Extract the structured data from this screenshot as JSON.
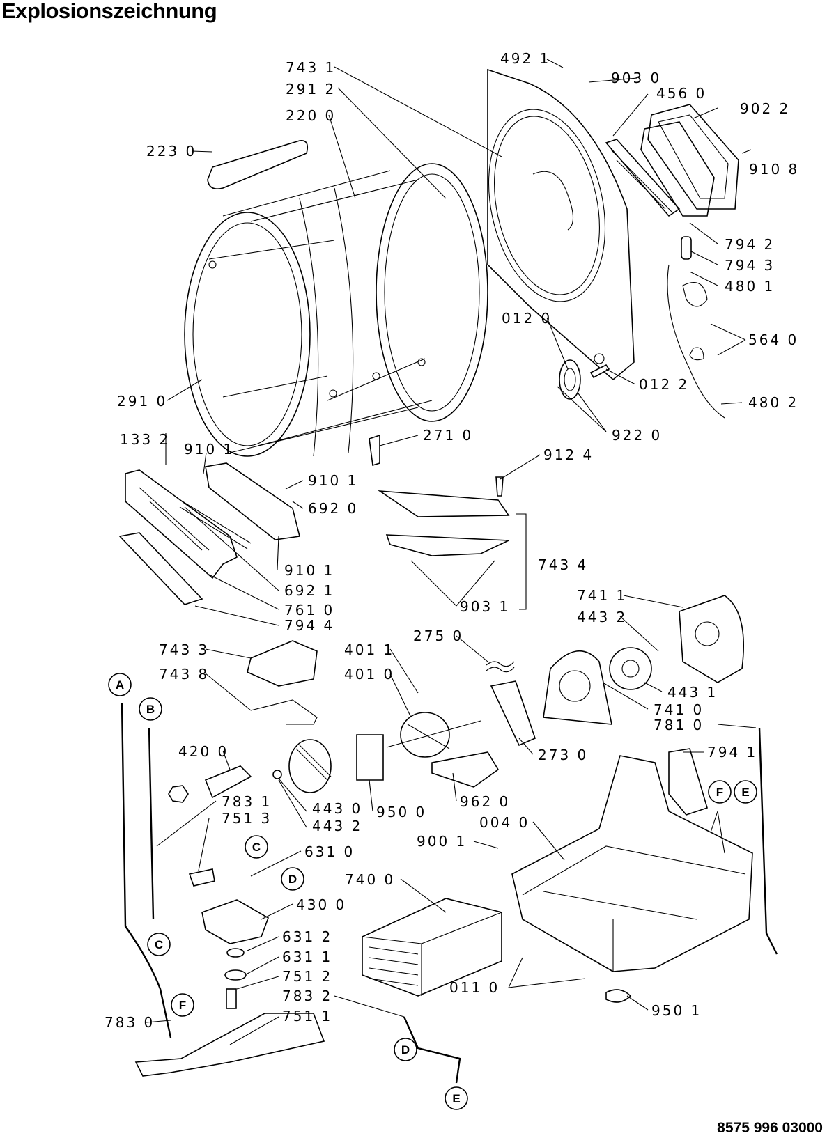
{
  "title": "Explosionszeichnung",
  "document_number": "8575 996 03000",
  "callouts": [
    {
      "id": "c-7431",
      "text": "743 1"
    },
    {
      "id": "c-4921",
      "text": "492 1"
    },
    {
      "id": "c-9030",
      "text": "903 0"
    },
    {
      "id": "c-2912",
      "text": "291 2"
    },
    {
      "id": "c-4560",
      "text": "456 0"
    },
    {
      "id": "c-9022",
      "text": "902 2"
    },
    {
      "id": "c-2200",
      "text": "220 0"
    },
    {
      "id": "c-2230",
      "text": "223 0"
    },
    {
      "id": "c-9108",
      "text": "910 8"
    },
    {
      "id": "c-7942",
      "text": "794 2"
    },
    {
      "id": "c-7943",
      "text": "794 3"
    },
    {
      "id": "c-4801",
      "text": "480 1"
    },
    {
      "id": "c-5640",
      "text": "564 0"
    },
    {
      "id": "c-0120",
      "text": "012 0"
    },
    {
      "id": "c-0122",
      "text": "012 2"
    },
    {
      "id": "c-2910",
      "text": "291 0"
    },
    {
      "id": "c-4802",
      "text": "480 2"
    },
    {
      "id": "c-9220",
      "text": "922 0"
    },
    {
      "id": "c-2710",
      "text": "271 0"
    },
    {
      "id": "c-1332",
      "text": "133 2"
    },
    {
      "id": "c-9101a",
      "text": "910 1"
    },
    {
      "id": "c-9124",
      "text": "912 4"
    },
    {
      "id": "c-9101b",
      "text": "910 1"
    },
    {
      "id": "c-6920",
      "text": "692 0"
    },
    {
      "id": "c-7434",
      "text": "743 4"
    },
    {
      "id": "c-9101c",
      "text": "910 1"
    },
    {
      "id": "c-6921",
      "text": "692 1"
    },
    {
      "id": "c-7610",
      "text": "761 0"
    },
    {
      "id": "c-9031",
      "text": "903 1"
    },
    {
      "id": "c-7944",
      "text": "794 4"
    },
    {
      "id": "c-7411",
      "text": "741 1"
    },
    {
      "id": "c-4432a",
      "text": "443 2"
    },
    {
      "id": "c-2750",
      "text": "275 0"
    },
    {
      "id": "c-7433",
      "text": "743 3"
    },
    {
      "id": "c-4011",
      "text": "401 1"
    },
    {
      "id": "c-7438",
      "text": "743 8"
    },
    {
      "id": "c-4010",
      "text": "401 0"
    },
    {
      "id": "c-4431",
      "text": "443 1"
    },
    {
      "id": "c-7410",
      "text": "741 0"
    },
    {
      "id": "c-7810",
      "text": "781 0"
    },
    {
      "id": "c-4200",
      "text": "420 0"
    },
    {
      "id": "c-2730",
      "text": "273 0"
    },
    {
      "id": "c-7941",
      "text": "794 1"
    },
    {
      "id": "c-7831",
      "text": "783 1"
    },
    {
      "id": "c-4430",
      "text": "443 0"
    },
    {
      "id": "c-9620",
      "text": "962 0"
    },
    {
      "id": "c-7513",
      "text": "751 3"
    },
    {
      "id": "c-4432b",
      "text": "443 2"
    },
    {
      "id": "c-9500",
      "text": "950 0"
    },
    {
      "id": "c-0040",
      "text": "004 0"
    },
    {
      "id": "c-9001",
      "text": "900 1"
    },
    {
      "id": "c-6310",
      "text": "631 0"
    },
    {
      "id": "c-7400",
      "text": "740 0"
    },
    {
      "id": "c-4300",
      "text": "430 0"
    },
    {
      "id": "c-6312",
      "text": "631 2"
    },
    {
      "id": "c-6311",
      "text": "631 1"
    },
    {
      "id": "c-7512",
      "text": "751 2"
    },
    {
      "id": "c-0110",
      "text": "011 0"
    },
    {
      "id": "c-7832",
      "text": "783 2"
    },
    {
      "id": "c-7830",
      "text": "783 0"
    },
    {
      "id": "c-7511",
      "text": "751 1"
    },
    {
      "id": "c-9501",
      "text": "950 1"
    }
  ],
  "connectors": [
    {
      "id": "A",
      "text": "A"
    },
    {
      "id": "B",
      "text": "B"
    },
    {
      "id": "C1",
      "text": "C"
    },
    {
      "id": "C2",
      "text": "C"
    },
    {
      "id": "D1",
      "text": "D"
    },
    {
      "id": "D2",
      "text": "D"
    },
    {
      "id": "E1",
      "text": "E"
    },
    {
      "id": "E2",
      "text": "E"
    },
    {
      "id": "F1",
      "text": "F"
    },
    {
      "id": "F2",
      "text": "F"
    }
  ]
}
